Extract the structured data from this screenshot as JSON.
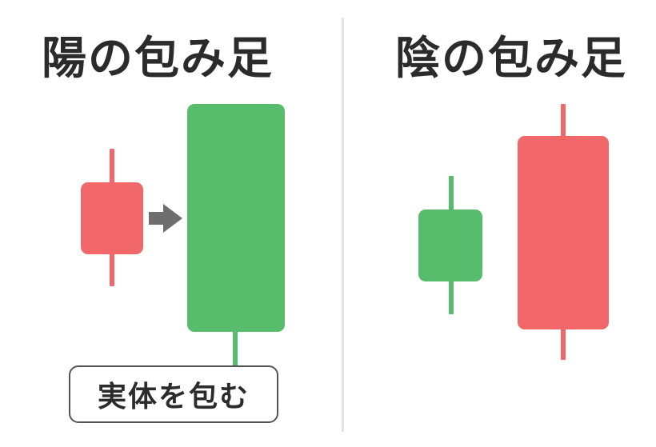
{
  "colors": {
    "bullish": "#57bd6c",
    "bearish": "#f2686a",
    "arrow": "#6e6e6e",
    "text": "#2b2b2b"
  },
  "left_panel": {
    "title": "陽の包み足",
    "callout_label": "実体を包む",
    "arrow_icon": "right-arrow-icon",
    "candles": [
      {
        "name": "small-bearish-candle",
        "color": "bearish"
      },
      {
        "name": "large-bullish-candle",
        "color": "bullish"
      }
    ]
  },
  "right_panel": {
    "title": "陰の包み足",
    "candles": [
      {
        "name": "small-bullish-candle",
        "color": "bullish"
      },
      {
        "name": "large-bearish-candle",
        "color": "bearish"
      }
    ]
  }
}
